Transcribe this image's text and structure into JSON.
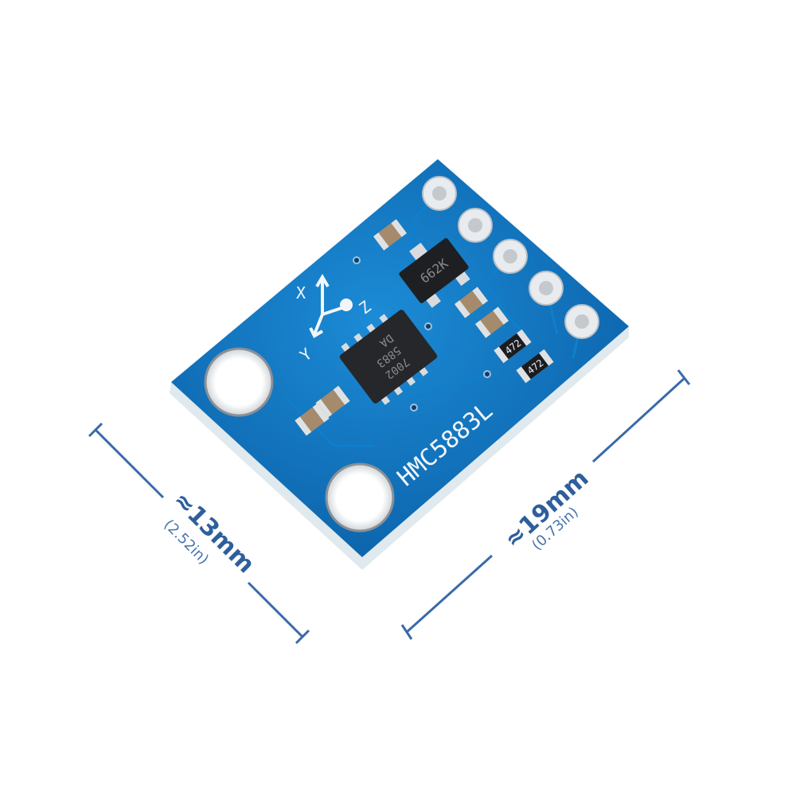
{
  "product": {
    "board_label": "HMC5883L",
    "axis_labels": {
      "x": "X",
      "y": "Y",
      "z": "Z"
    },
    "component_markings": {
      "regulator": "662K",
      "resistor_1": "472",
      "resistor_2": "472",
      "sensor_chip": [
        "DA",
        "5883",
        "7002"
      ]
    },
    "pin_count": 5,
    "pcb_color": "#0a6fb8"
  },
  "dimensions": {
    "width": {
      "label": "≈13mm",
      "sub": "(2.52in)"
    },
    "length": {
      "label": "≈19mm",
      "sub": "(0.73in)"
    },
    "line_color": "#3a6aa8"
  }
}
